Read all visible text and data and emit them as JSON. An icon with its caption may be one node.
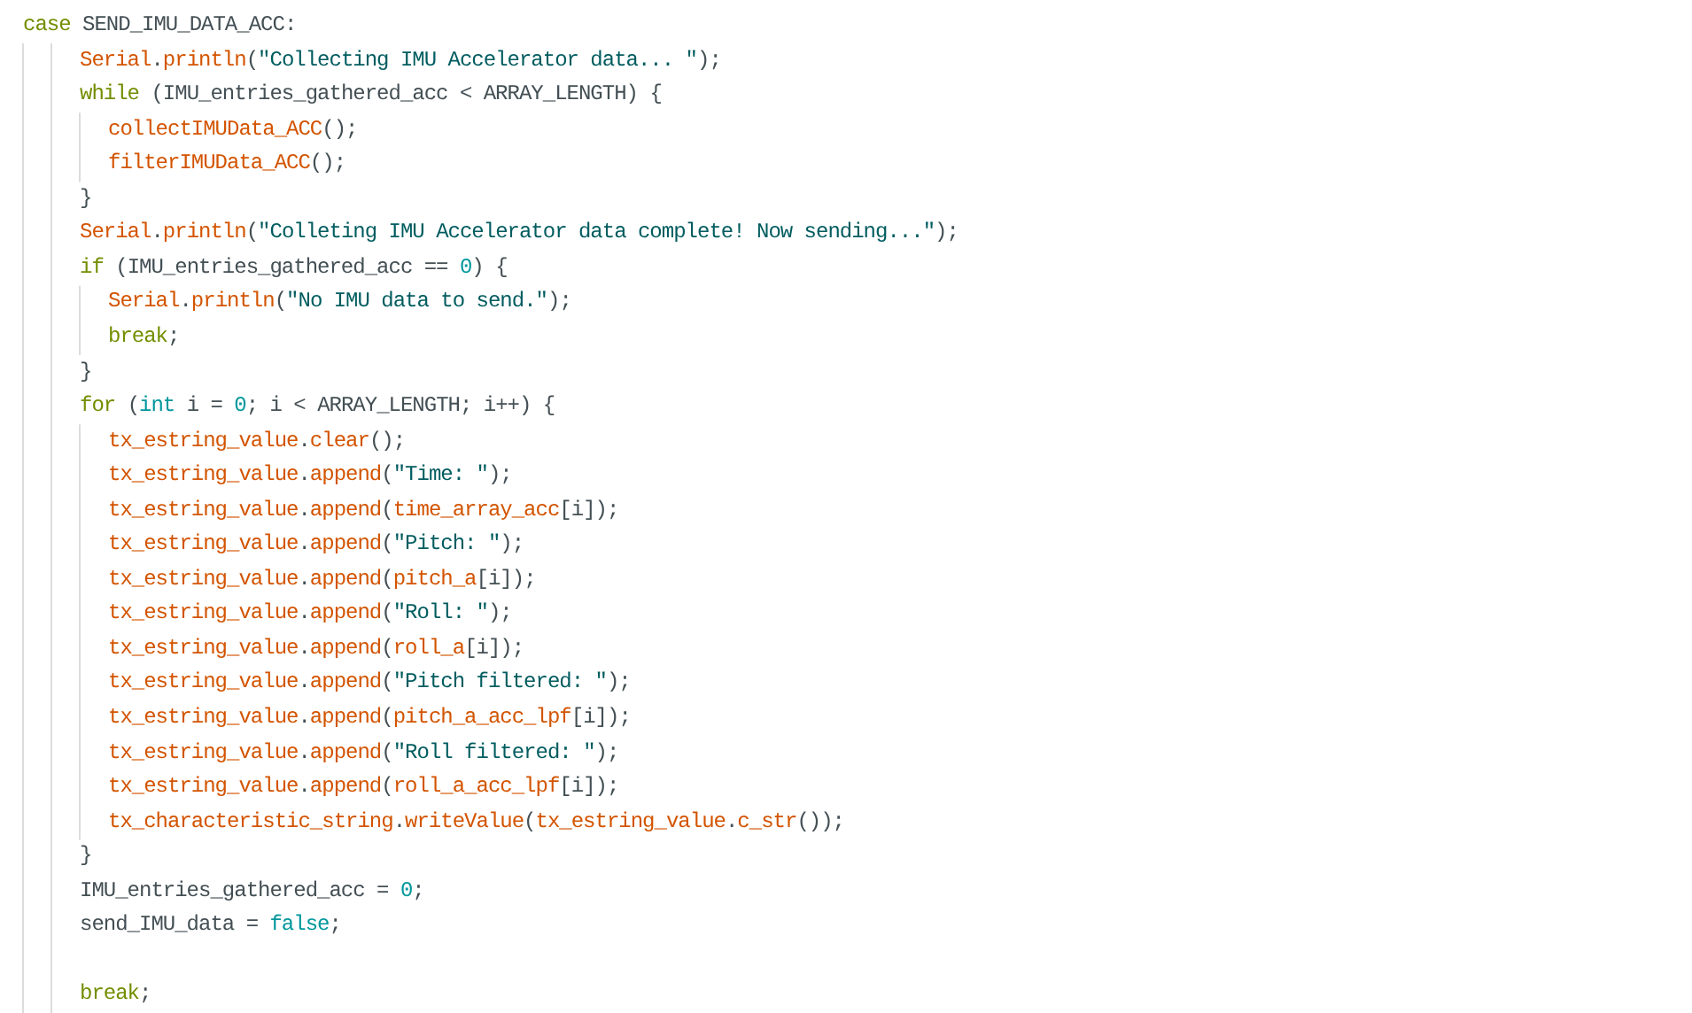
{
  "diagram": {
    "labels": [
      "case SEND_IMU_DATA_ACC:",
      "Serial.println(\"Collecting IMU Accelerator data... \");",
      "while (IMU_entries_gathered_acc < ARRAY_LENGTH) {",
      "collectIMUData_ACC();",
      "filterIMUData_ACC();",
      "}",
      "Serial.println(\"Colleting IMU Accelerator data complete! Now sending...\");",
      "if (IMU_entries_gathered_acc == 0) {",
      "Serial.println(\"No IMU data to send.\");",
      "break;",
      "}",
      "for (int i = 0; i < ARRAY_LENGTH; i++) {",
      "tx_estring_value.clear();",
      "tx_estring_value.append(\"Time: \");",
      "tx_estring_value.append(time_array_acc[i]);",
      "tx_estring_value.append(\"Pitch: \");",
      "tx_estring_value.append(pitch_a[i]);",
      "tx_estring_value.append(\"Roll: \");",
      "tx_estring_value.append(roll_a[i]);",
      "tx_estring_value.append(\"Pitch filtered: \");",
      "tx_estring_value.append(pitch_a_acc_lpf[i]);",
      "tx_estring_value.append(\"Roll filtered: \");",
      "tx_estring_value.append(roll_a_acc_lpf[i]);",
      "tx_characteristic_string.writeValue(tx_estring_value.c_str());",
      "}",
      "IMU_entries_gathered_acc = 0;",
      "send_IMU_data = false;",
      "break;"
    ]
  }
}
